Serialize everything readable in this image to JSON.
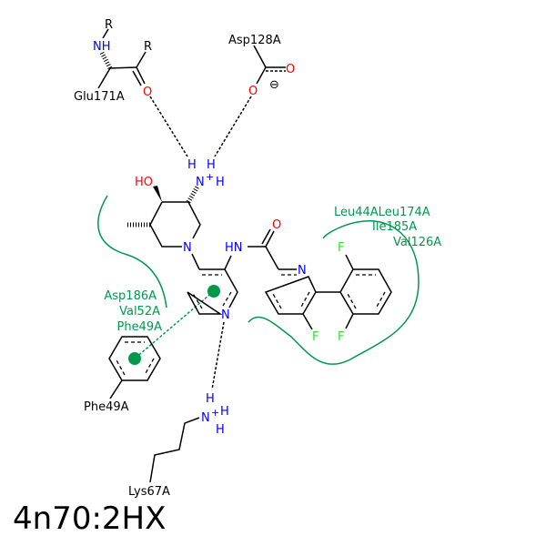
{
  "title": "4n70:2HX",
  "residues": {
    "glu": "Glu171A",
    "asp128": "Asp128A",
    "phe49": "Phe49A",
    "lys": "Lys67A",
    "hydrophobic_left": [
      "Asp186A",
      "Val52A",
      "Phe49A"
    ],
    "hydrophobic_right": [
      "Leu44ALeu174A",
      "Ile185A",
      "Val126A"
    ]
  },
  "atoms": {
    "R": "R",
    "NH": "NH",
    "O": "O",
    "N": "N",
    "H": "H",
    "HO": "HO",
    "HN": "HN",
    "F": "F",
    "plus": "+",
    "minus": "⊖"
  },
  "colors": {
    "hydrophobic": "#00994c",
    "nitrogen": "#0000ff",
    "oxygen": "#ff0000",
    "fluorine": "#33dd33"
  }
}
